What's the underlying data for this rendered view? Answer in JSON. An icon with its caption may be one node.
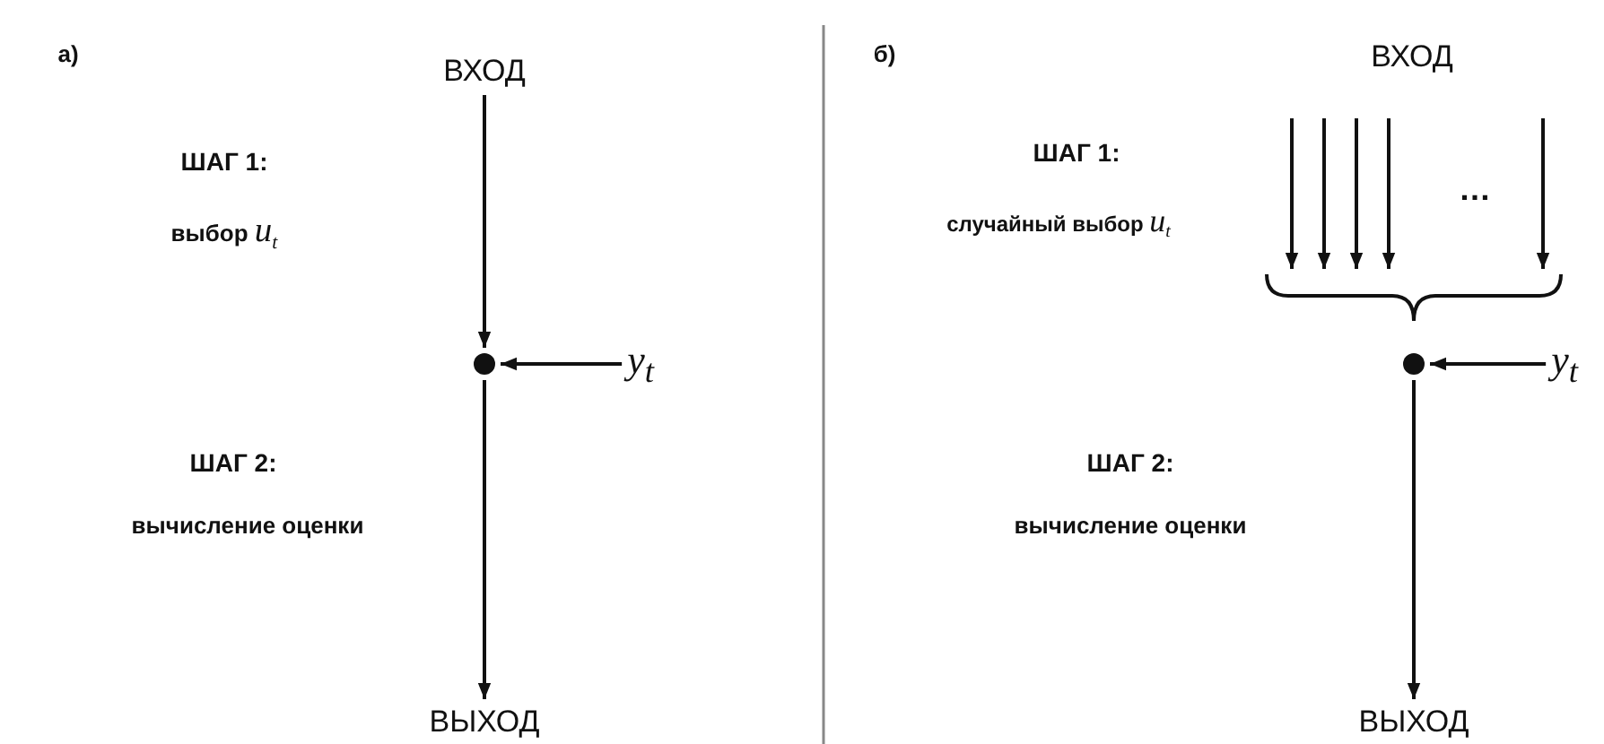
{
  "diagram": {
    "nodes": [
      {
        "text": [
          "ВХОД"
        ]
      },
      {
        "text": [],
        "shape": "circle"
      },
      {
        "text": [
          "*y*$_{t}$"
        ]
      },
      {
        "text": [
          "ВЫХОД"
        ]
      },
      {
        "text": [
          "ВХОД"
        ]
      },
      {
        "text": [],
        "shape": "brace"
      },
      {
        "text": [],
        "shape": "circle"
      },
      {
        "text": [
          "*y*$_{t}$"
        ]
      },
      {
        "text": [
          "ВЫХОД"
        ]
      }
    ],
    "edges": [
      {
        "from": 0,
        "to": 1,
        "arrow": "to"
      },
      {
        "from": 2,
        "to": 1,
        "arrow": "to"
      },
      {
        "from": 1,
        "to": 3,
        "arrow": "to"
      },
      {
        "from": null,
        "to": 5,
        "arrow": "to"
      },
      {
        "from": null,
        "to": 5,
        "arrow": "to"
      },
      {
        "from": null,
        "to": 5,
        "arrow": "to"
      },
      {
        "from": null,
        "to": 5,
        "arrow": "to"
      },
      {
        "from": null,
        "to": 5,
        "arrow": "to"
      },
      {
        "from": 7,
        "to": 6,
        "arrow": "to"
      },
      {
        "from": 6,
        "to": 8,
        "arrow": "to"
      }
    ],
    "labels": [
      "а)",
      "ШАГ 1:",
      "выбор *u*$_{t}$",
      "ШАГ 2:",
      "вычисление оценки",
      "б)",
      "ШАГ 1:",
      "случайный выбор *u*$_{t}$",
      "…",
      "ШАГ 2:",
      "вычисление оценки"
    ]
  }
}
